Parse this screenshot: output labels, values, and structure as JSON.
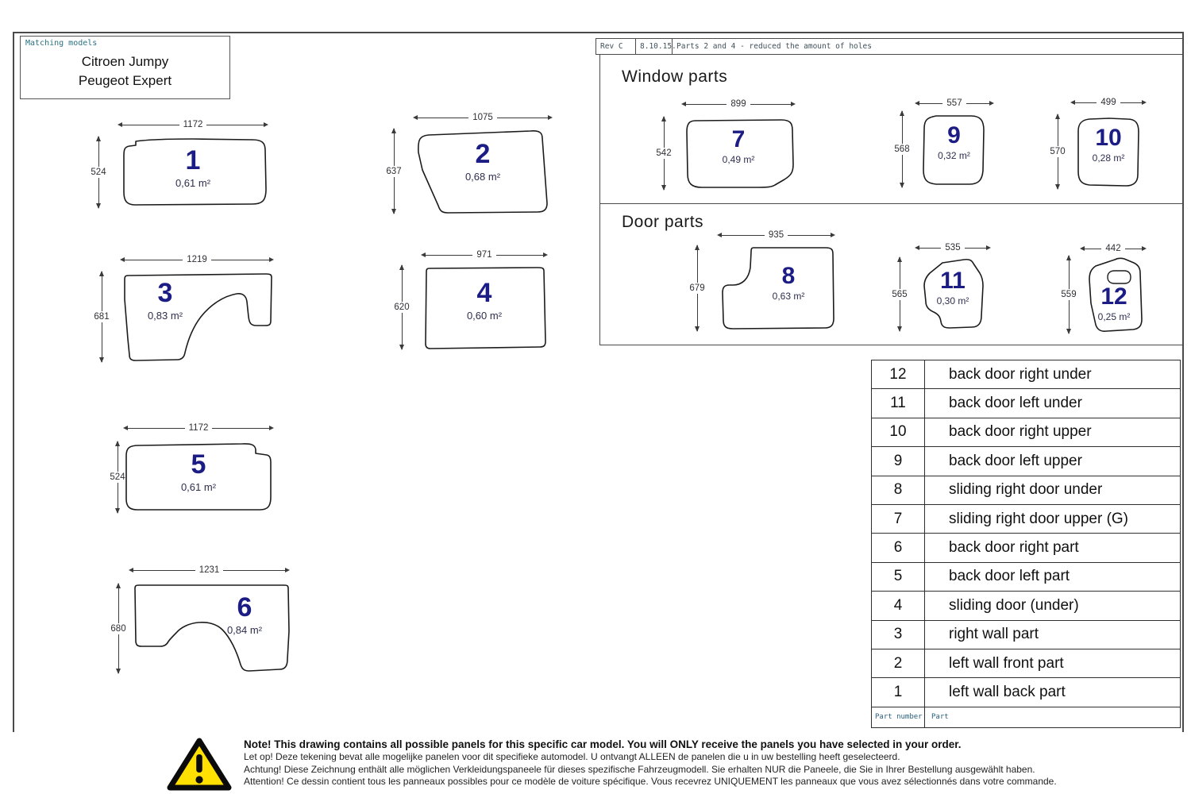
{
  "header": {
    "matching_models_label": "Matching models",
    "model_1": "Citroen Jumpy",
    "model_2": "Peugeot Expert",
    "rev": {
      "code": "Rev C",
      "date": "8.10.15.",
      "note": "Parts 2 and 4 - reduced the amount of holes"
    }
  },
  "sections": {
    "window_parts_title": "Window parts",
    "door_parts_title": "Door parts"
  },
  "parts": [
    {
      "number": "1",
      "area": "0,61 m²",
      "width": "1172",
      "height": "524"
    },
    {
      "number": "2",
      "area": "0,68 m²",
      "width": "1075",
      "height": "637"
    },
    {
      "number": "3",
      "area": "0,83 m²",
      "width": "1219",
      "height": "681"
    },
    {
      "number": "4",
      "area": "0,60 m²",
      "width": "971",
      "height": "620"
    },
    {
      "number": "5",
      "area": "0,61 m²",
      "width": "1172",
      "height": "524"
    },
    {
      "number": "6",
      "area": "0,84 m²",
      "width": "1231",
      "height": "680"
    },
    {
      "number": "7",
      "area": "0,49 m²",
      "width": "899",
      "height": "542"
    },
    {
      "number": "8",
      "area": "0,63 m²",
      "width": "935",
      "height": "679"
    },
    {
      "number": "9",
      "area": "0,32 m²",
      "width": "557",
      "height": "568"
    },
    {
      "number": "10",
      "area": "0,28 m²",
      "width": "499",
      "height": "570"
    },
    {
      "number": "11",
      "area": "0,30 m²",
      "width": "535",
      "height": "565"
    },
    {
      "number": "12",
      "area": "0,25 m²",
      "width": "442",
      "height": "559"
    }
  ],
  "table": {
    "header": {
      "number": "Part number",
      "part": "Part"
    },
    "rows": [
      {
        "number": "12",
        "label": "back door right under"
      },
      {
        "number": "11",
        "label": "back door left under"
      },
      {
        "number": "10",
        "label": "back door right upper"
      },
      {
        "number": "9",
        "label": "back door left upper"
      },
      {
        "number": "8",
        "label": "sliding right door under"
      },
      {
        "number": "7",
        "label": "sliding right door upper (G)"
      },
      {
        "number": "6",
        "label": "back door right part"
      },
      {
        "number": "5",
        "label": "back door left part"
      },
      {
        "number": "4",
        "label": "sliding door (under)"
      },
      {
        "number": "3",
        "label": "right wall part"
      },
      {
        "number": "2",
        "label": "left wall front part"
      },
      {
        "number": "1",
        "label": "left wall back part"
      }
    ]
  },
  "note": {
    "en": "Note! This drawing contains all possible panels for this specific car model. You will ONLY receive the panels you have selected in your order.",
    "nl": "Let op! Deze tekening bevat alle mogelijke panelen voor dit specifieke automodel. U ontvangt ALLEEN de panelen die u in uw bestelling heeft geselecteerd.",
    "de": "Achtung! Diese Zeichnung enthält alle möglichen Verkleidungspaneele für dieses spezifische Fahrzeugmodell. Sie erhalten NUR die Paneele, die Sie in Ihrer Bestellung ausgewählt haben.",
    "fr": "Attention! Ce dessin contient tous les panneaux possibles pour ce modèle de voiture spécifique. Vous recevrez UNIQUEMENT les panneaux que vous avez sélectionnés dans votre commande."
  },
  "colors": {
    "part_number_blue": "#1c1c85",
    "cad_teal": "#2a7080",
    "warning_yellow": "#ffe000",
    "line_dark": "#3a3a3a"
  }
}
